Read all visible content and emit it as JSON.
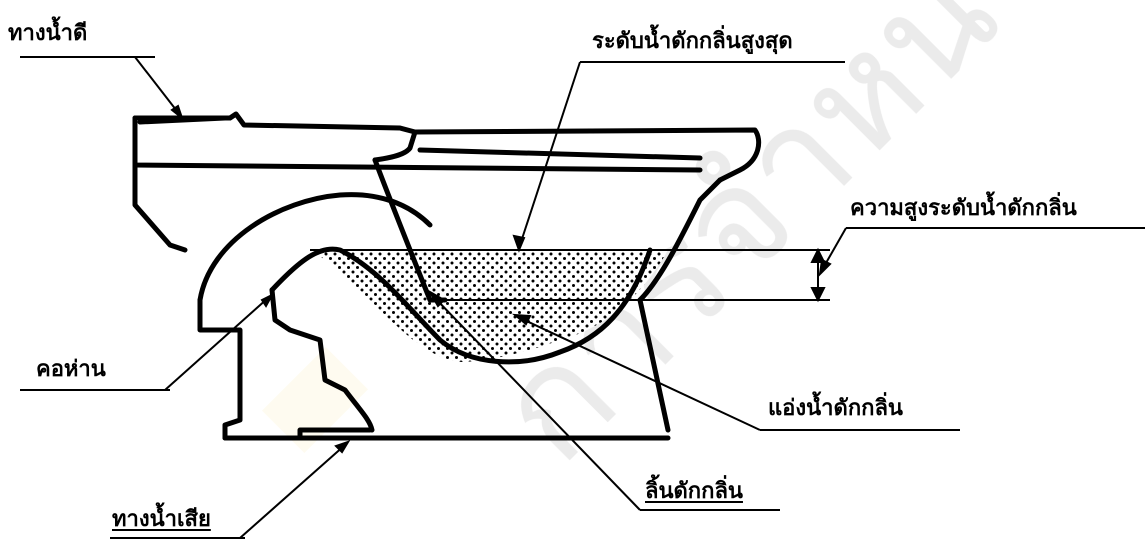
{
  "labels": {
    "good_water_channel": "ทางน้ำดี",
    "max_trap_water_level": "ระดับน้ำดักกลิ่นสูงสุด",
    "trap_water_height": "ความสูงระดับน้ำดักกลิ่น",
    "trap_neck": "คอห่าน",
    "trap_water_pool": "แอ่งน้ำดักกลิ่น",
    "waste_water_outlet": "ทางน้ำเสีย",
    "trap_weir": "ลิ้นดักกลิ่น"
  },
  "watermark_text": "การจำหน่ายแจก"
}
